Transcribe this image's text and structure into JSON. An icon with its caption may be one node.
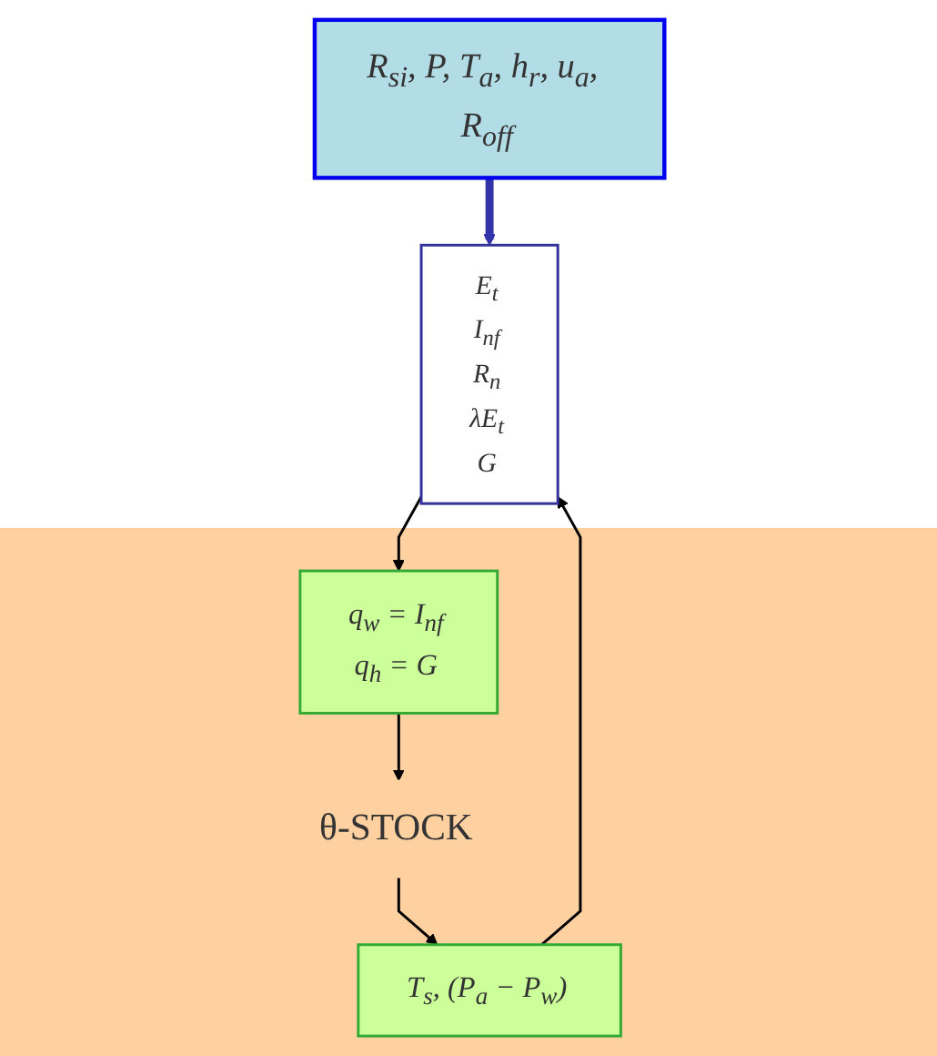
{
  "diagram": {
    "nodes": [
      {
        "text": [
          "R$_{si}$, P, T$_{a}$, h$_{r}$, u$_{a}$, R$_{off}$"
        ]
      },
      {
        "text": [
          "E$_{t}$",
          "I$_{nf}$",
          "R$_{n}$",
          "λE$_{t}$",
          "G"
        ]
      },
      {
        "text": [
          "q$_{w}$ = I$_{nf}$",
          "q$_{h}$ = G"
        ]
      },
      {
        "text": [
          "T$_{s}$, (P$_{a}$ − P$_{w}$)"
        ]
      },
      {
        "text": [
          "θ-STOCK"
        ]
      }
    ],
    "edges": [
      {
        "from": 0,
        "to": 1,
        "arrow": "to",
        "style": "thick",
        "color": "#3333aa"
      },
      {
        "from": 1,
        "to": 2,
        "arrow": "to"
      },
      {
        "from": 2,
        "to": 4,
        "arrow": "to"
      },
      {
        "from": 4,
        "to": 3,
        "arrow": "to"
      },
      {
        "from": 3,
        "to": 1,
        "arrow": "to"
      }
    ]
  }
}
